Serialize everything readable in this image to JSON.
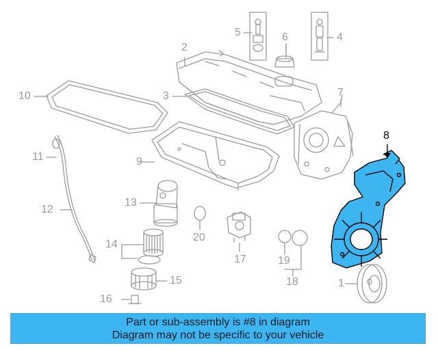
{
  "diagram": {
    "highlight_color": "#3db5f0",
    "line_color": "#9a9a9a",
    "highlighted_part": "8",
    "callouts": [
      "1",
      "2",
      "3",
      "4",
      "5",
      "6",
      "7",
      "8",
      "9",
      "10",
      "11",
      "12",
      "13",
      "14",
      "15",
      "16",
      "17",
      "18",
      "19",
      "20"
    ]
  },
  "banner": {
    "line1": "Part or sub-assembly is #8 in diagram",
    "line2": "Diagram may not be specific to your vehicle",
    "background": "#3db5f0"
  }
}
